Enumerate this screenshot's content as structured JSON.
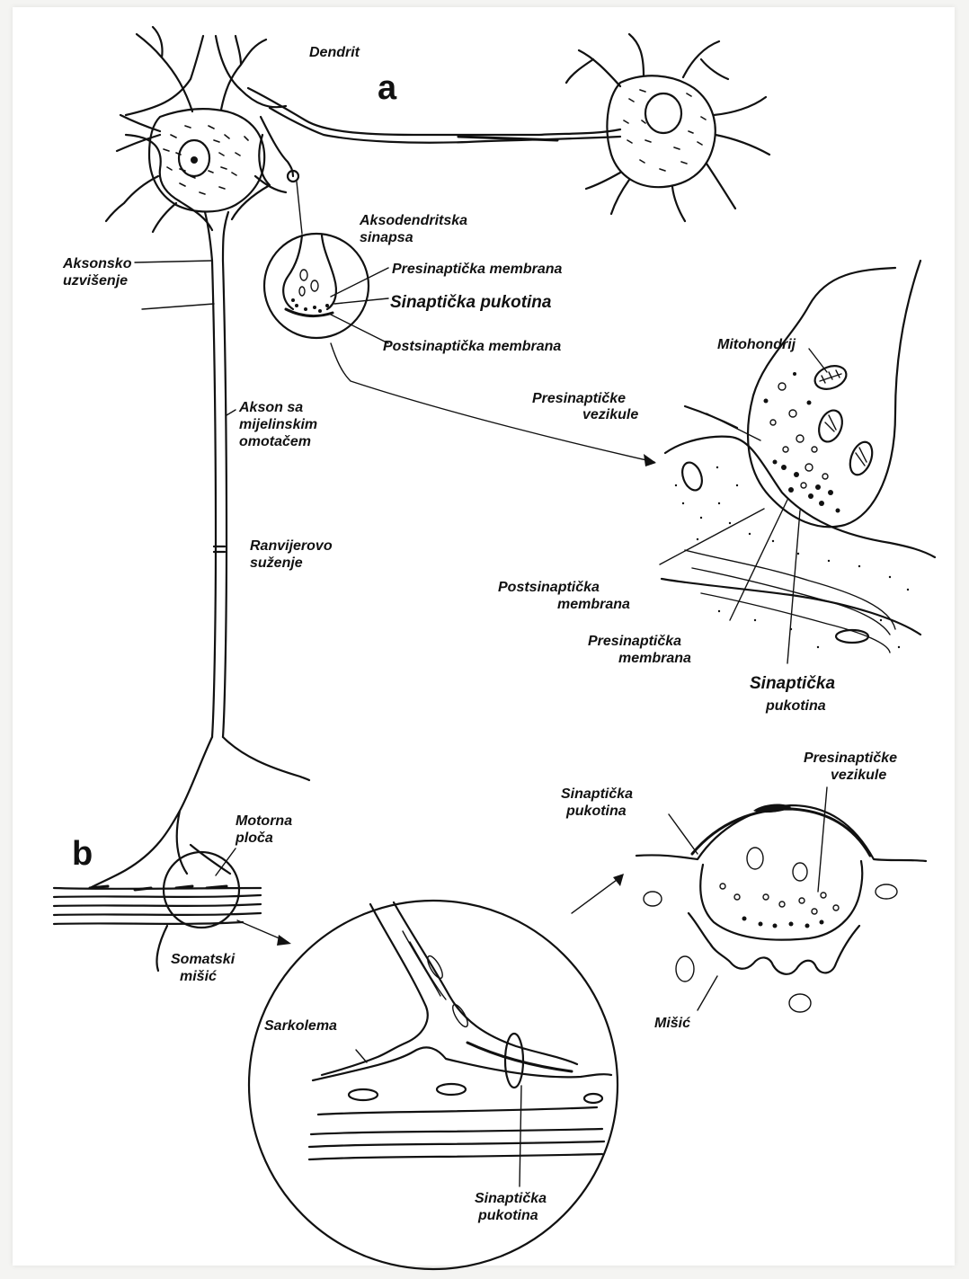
{
  "panels": {
    "a": "a",
    "b": "b"
  },
  "labels": {
    "dendrit": "Dendrit",
    "aksodendritska_1": "Aksodendritska",
    "aksodendritska_2": "sinapsa",
    "aksonsko_1": "Aksonsko",
    "aksonsko_2": "uzvišenje",
    "presinapticka_membrana_top": "Presinaptička membrana",
    "sinapticka_pukotina_top": "Sinaptička pukotina",
    "postsinapticka_membrana_top": "Postsinaptička membrana",
    "mitohondrij": "Mitohondrij",
    "presinapticke_vezikule_1": "Presinaptičke",
    "presinapticke_vezikule_2": "vezikule",
    "akson_1": "Akson sa",
    "akson_2": "mijelinskim",
    "akson_3": "omotačem",
    "ranvier_1": "Ranvijerovo",
    "ranvier_2": "suženje",
    "postsinapticka_1": "Postsinaptička",
    "postsinapticka_2": "membrana",
    "presinapticka_1": "Presinaptička",
    "presinapticka_2": "membrana",
    "sinapticka_1": "Sinaptička",
    "sinapticka_2": "pukotina",
    "motorna_1": "Motorna",
    "motorna_2": "ploča",
    "somatski_1": "Somatski",
    "somatski_2": "mišić",
    "sarkolema": "Sarkolema",
    "b_sinapticka_1": "Sinaptička",
    "b_sinapticka_2": "pukotina",
    "b_vezikule_1": "Presinaptičke",
    "b_vezikule_2": "vezikule",
    "misic": "Mišić",
    "c_sinapticka_1": "Sinaptička",
    "c_sinapticka_2": "pukotina"
  }
}
